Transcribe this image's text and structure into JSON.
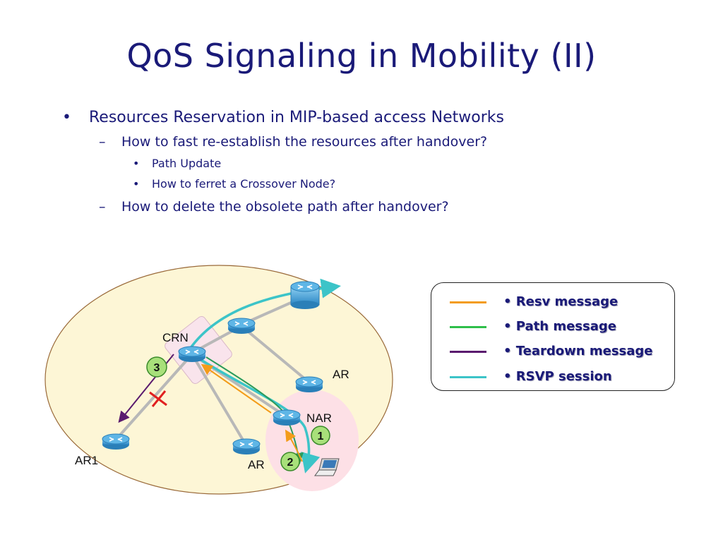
{
  "title": "QoS Signaling in Mobility (II)",
  "bullets": {
    "b1": {
      "mark": "•",
      "text": "Resources Reservation in MIP-based access Networks"
    },
    "b1_1": {
      "mark": "–",
      "text": "How to fast re-establish the resources after handover?"
    },
    "b1_1_1": {
      "mark": "•",
      "text": "Path Update"
    },
    "b1_1_2": {
      "mark": "•",
      "text": "How to ferret a Crossover Node?"
    },
    "b1_2": {
      "mark": "–",
      "text": "How to delete the obsolete path after handover?"
    }
  },
  "diagram": {
    "labels": {
      "crn": "CRN",
      "ar_top": "AR",
      "nar": "NAR",
      "ar1": "AR1",
      "ar_bottom": "AR"
    },
    "steps": {
      "s1": "1",
      "s2": "2",
      "s3": "3"
    }
  },
  "legend": {
    "items": [
      {
        "label": "• Resv message",
        "color": "#f39c1a"
      },
      {
        "label": "• Path message",
        "color": "#2fbf4a"
      },
      {
        "label": "• Teardown message",
        "color": "#5a1a6e"
      },
      {
        "label": "• RSVP session",
        "color": "#3cc4c8"
      }
    ]
  },
  "colors": {
    "title": "#1a1a78",
    "domain_fill": "#fdf6d6",
    "domain_stroke": "#9a6a3a",
    "nar_zone": "#fde0e6",
    "step_badge": "#a8e07a",
    "teardown_x": "#e02020",
    "router_blue": "#3a9ed6"
  }
}
